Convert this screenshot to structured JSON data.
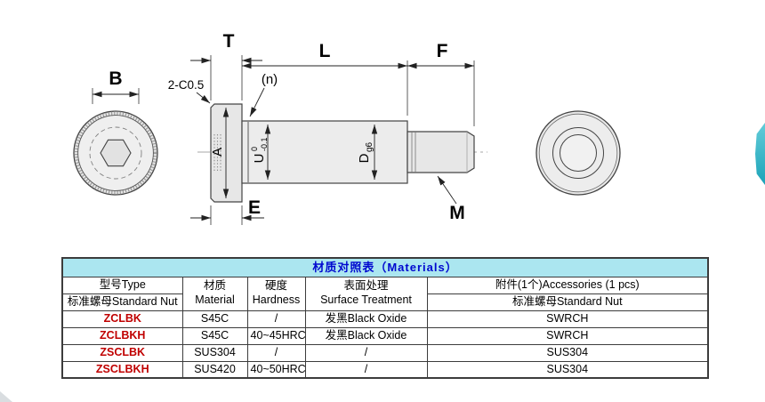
{
  "drawing": {
    "labels": {
      "B": "B",
      "T": "T",
      "L": "L",
      "F": "F",
      "A": "A",
      "E": "E",
      "M": "M",
      "n": "(n)",
      "chamfer": "2-C0.5",
      "D_main": "D",
      "D_sub": "g6",
      "U_main": "U",
      "U_tol_top": "0",
      "U_tol_bottom": "-0.1"
    }
  },
  "table": {
    "title": "材质对照表（Materials）",
    "header": {
      "col1_top": "型号Type",
      "col1_bottom": "标准螺母Standard Nut",
      "col2_line1": "材质",
      "col2_line2": "Material",
      "col3_line1": "硬度",
      "col3_line2": "Hardness",
      "col4_line1": "表面处理",
      "col4_line2": "Surface Treatment",
      "col5_top": "附件(1个)Accessories (1 pcs)",
      "col5_bottom": "标准螺母Standard Nut"
    },
    "rows": [
      {
        "type": "ZCLBK",
        "material": "S45C",
        "hardness": "/",
        "surface": "发黑Black Oxide",
        "accessories": "SWRCH"
      },
      {
        "type": "ZCLBKH",
        "material": "S45C",
        "hardness": "40~45HRC",
        "surface": "发黑Black Oxide",
        "accessories": "SWRCH"
      },
      {
        "type": "ZSCLBK",
        "material": "SUS304",
        "hardness": "/",
        "surface": "/",
        "accessories": "SUS304"
      },
      {
        "type": "ZSCLBKH",
        "material": "SUS420",
        "hardness": "40~50HRC",
        "surface": "/",
        "accessories": "SUS304"
      }
    ]
  },
  "colors": {
    "table_title_bg": "#abe6f0",
    "table_title_text": "#0008cf",
    "model_type_text": "#c00000",
    "deco_teal": "#1ba3b8",
    "line": "#3c3c3c"
  }
}
